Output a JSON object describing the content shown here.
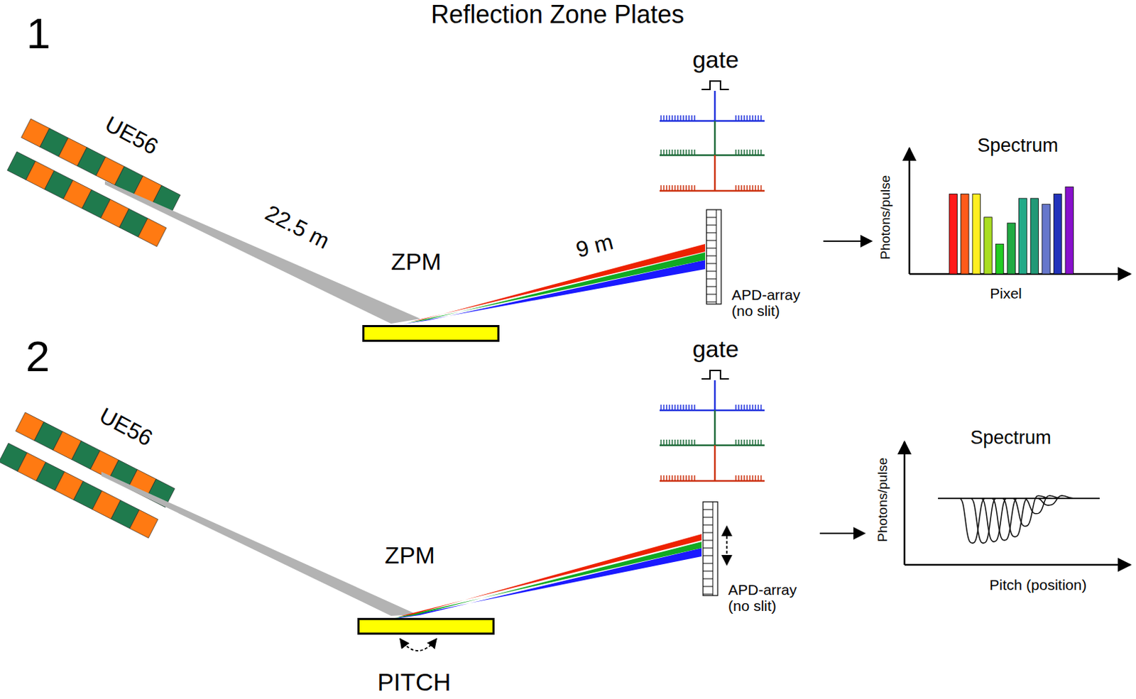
{
  "diagram": {
    "title": "Reflection Zone Plates",
    "nodes": [
      {
        "text": [
          "UE56"
        ]
      },
      {
        "text": [
          "ZPM"
        ]
      },
      {
        "text": [
          "APD-array (no slit)"
        ]
      },
      {
        "text": [
          "Spectrum",
          "Photons/pulse",
          "Pixel"
        ]
      },
      {
        "text": [
          "UE56"
        ]
      },
      {
        "text": [
          "ZPM"
        ]
      },
      {
        "text": [
          "APD-array (no slit)"
        ]
      },
      {
        "text": [
          "Spectrum",
          "Photons/pulse",
          "Pitch (position)"
        ]
      }
    ],
    "edges": [
      {
        "from": 0,
        "to": 1,
        "label": "22.5 m",
        "arrow": "none"
      },
      {
        "from": 1,
        "to": 2,
        "label": "9 m",
        "arrow": "none"
      },
      {
        "from": 2,
        "to": 3,
        "arrow": "to"
      },
      {
        "from": 4,
        "to": 5,
        "arrow": "none"
      },
      {
        "from": 5,
        "to": 6,
        "arrow": "none"
      },
      {
        "from": 6,
        "to": 7,
        "arrow": "to"
      }
    ],
    "labels": [
      "1",
      "gate",
      "2",
      "gate",
      "PITCH"
    ]
  }
}
